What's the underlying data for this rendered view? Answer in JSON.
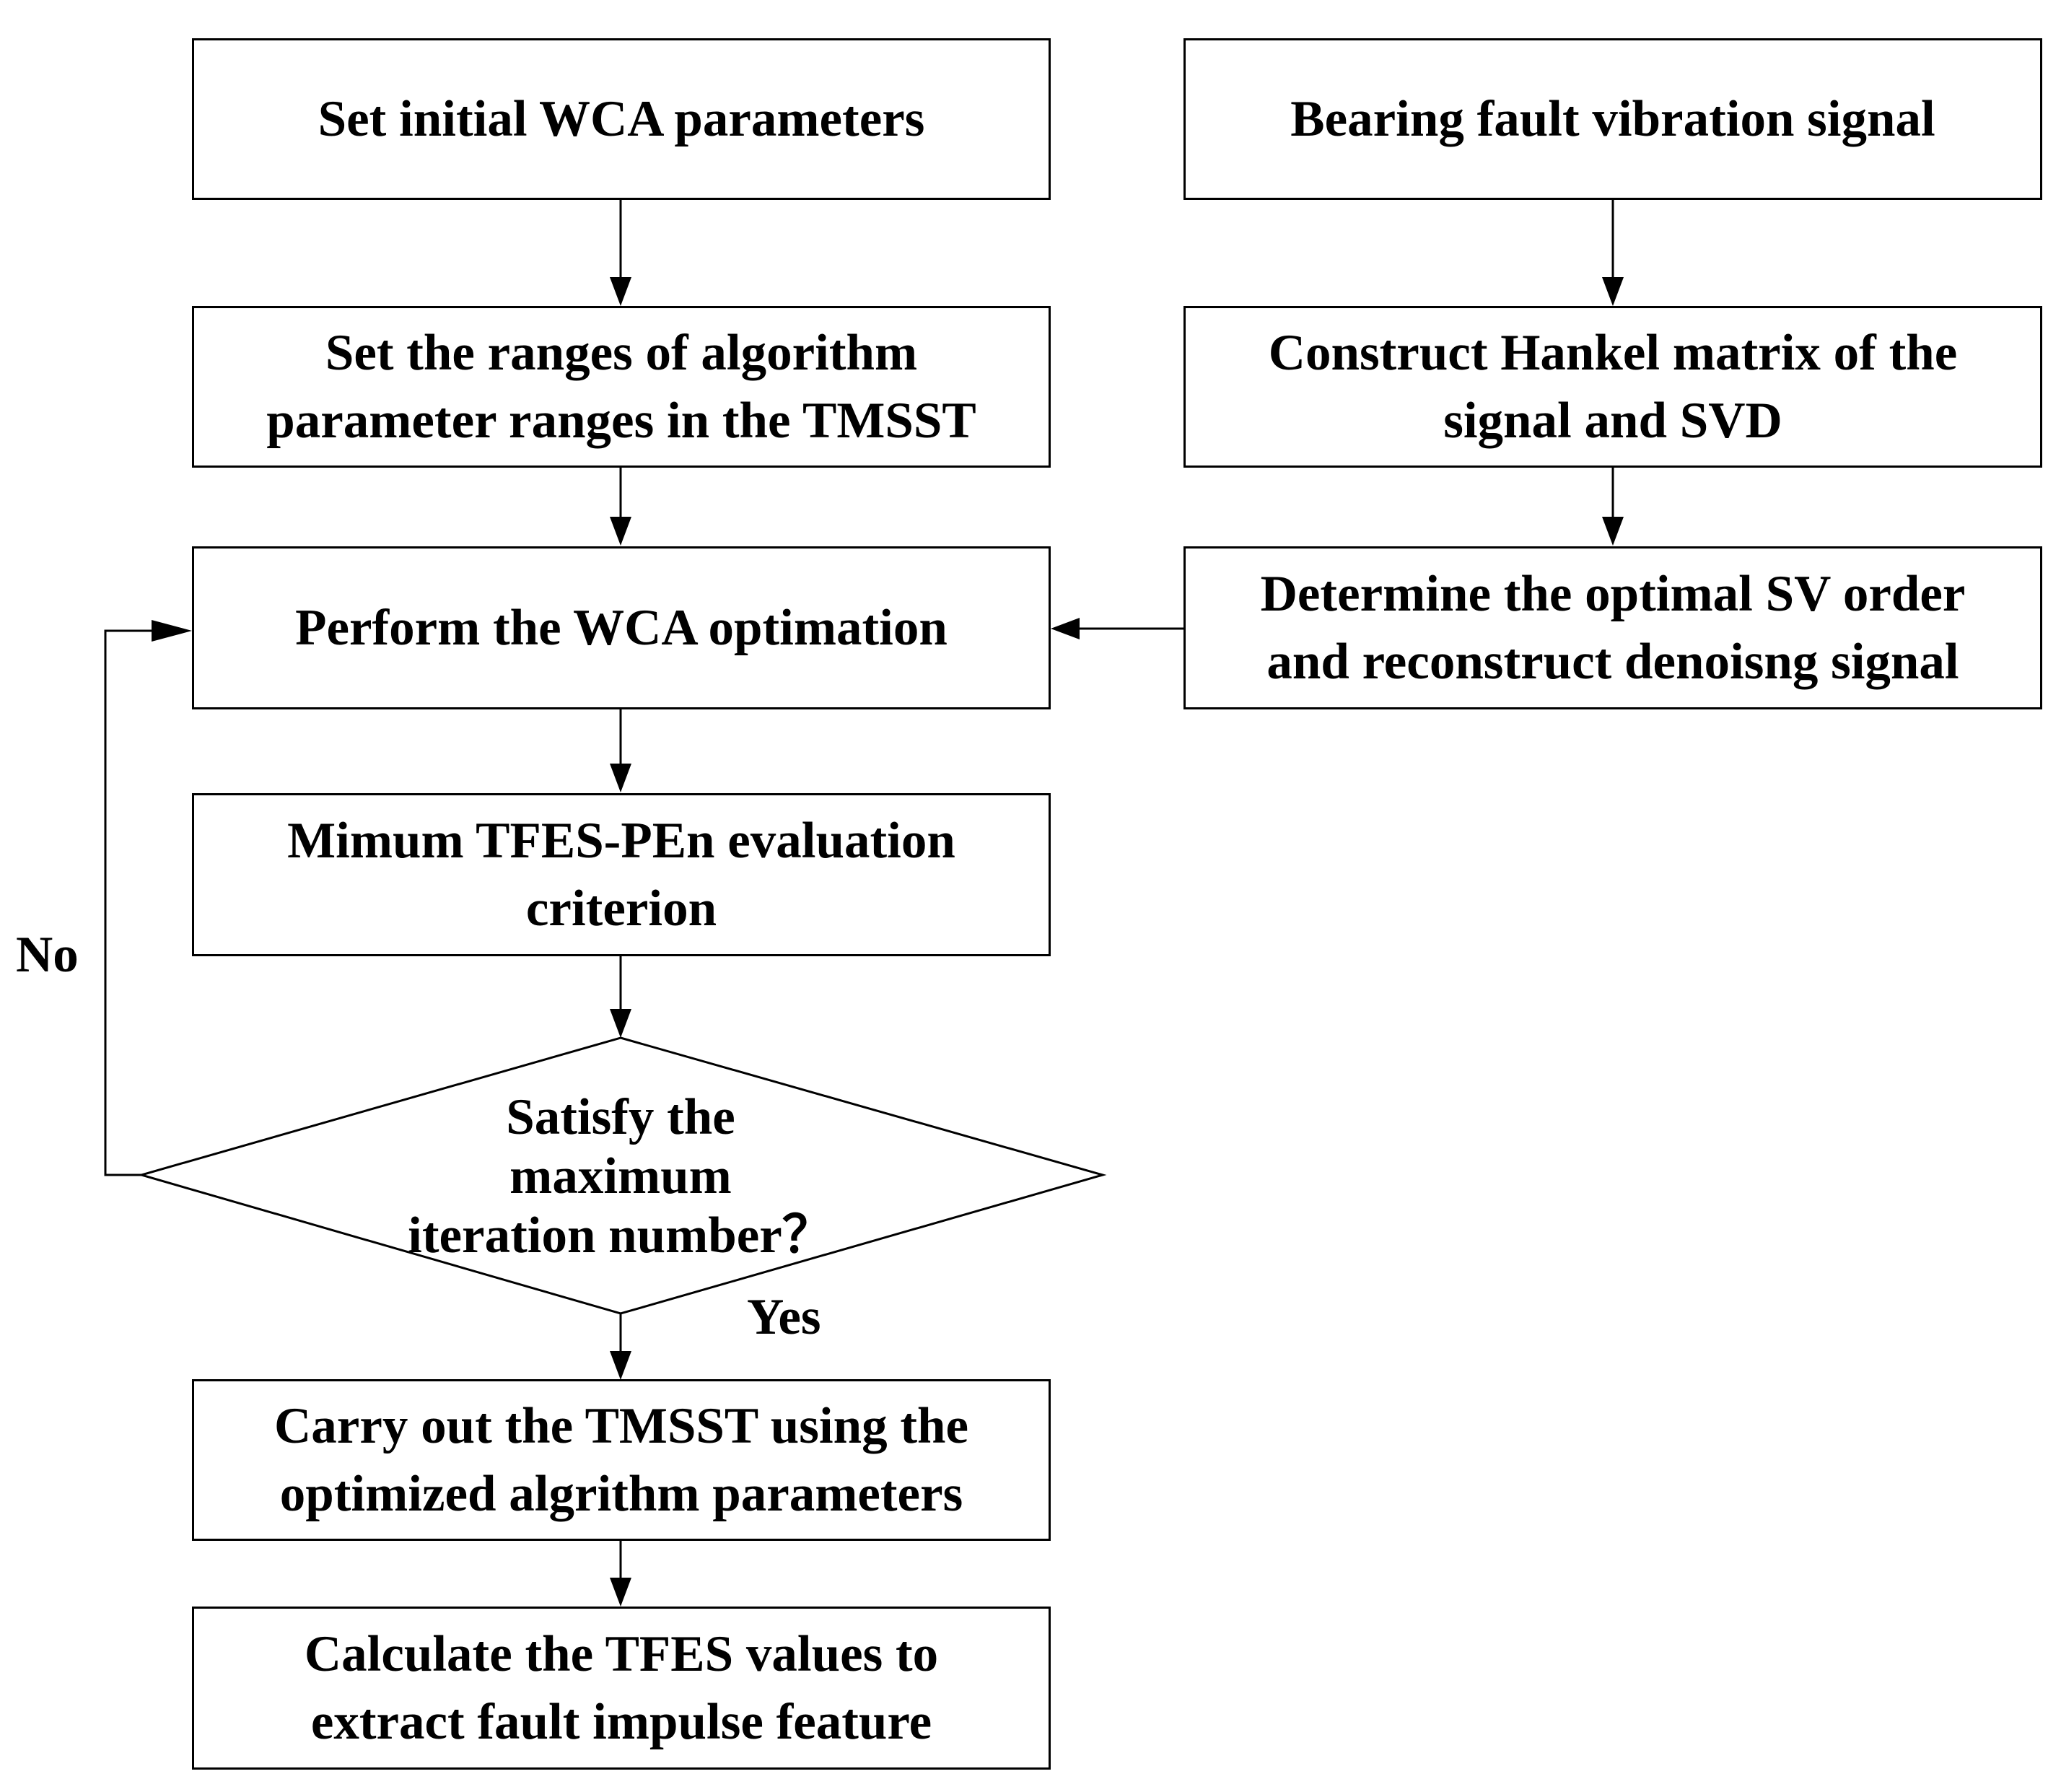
{
  "boxes": {
    "set_wca": [
      "Set initial WCA parameters"
    ],
    "set_ranges": [
      "Set the ranges of algorithm",
      "parameter ranges in the TMSST"
    ],
    "perform_wca": [
      "Perform the WCA optimation"
    ],
    "mimum_tfes": [
      "Mimum TFES-PEn evaluation",
      "criterion"
    ],
    "carry_out": [
      "Carry out the TMSST using the",
      "optimized algrithm parameters"
    ],
    "calculate_tfes": [
      "Calculate the TFES values to",
      "extract fault impulse feature"
    ],
    "bearing_signal": [
      "Bearing fault vibration signal"
    ],
    "hankel": [
      "Construct Hankel matrix of the",
      "signal and SVD"
    ],
    "optimal_sv": [
      "Determine the optimal SV order",
      "and reconstruct denoisng signal"
    ]
  },
  "decision": [
    "Satisfy the maximum",
    "iteration number？"
  ],
  "labels": {
    "no": "No",
    "yes": "Yes"
  }
}
